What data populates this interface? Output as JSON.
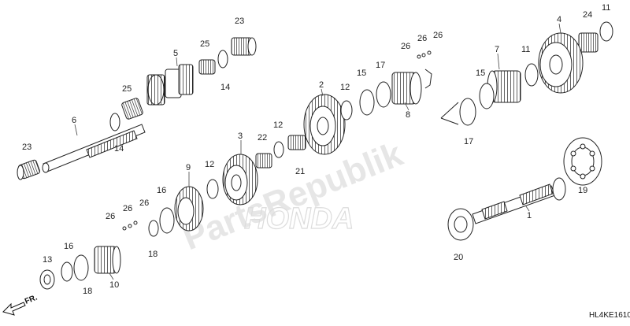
{
  "diagram": {
    "watermark": "PartsRepublik",
    "brand_watermark": "HONDA",
    "direction_label": "FR.",
    "drawing_code": "HL4KE1610",
    "callouts": [
      {
        "id": "c1",
        "label": "1"
      },
      {
        "id": "c2",
        "label": "2"
      },
      {
        "id": "c3",
        "label": "3"
      },
      {
        "id": "c4",
        "label": "4"
      },
      {
        "id": "c5",
        "label": "5"
      },
      {
        "id": "c6",
        "label": "6"
      },
      {
        "id": "c7",
        "label": "7"
      },
      {
        "id": "c8",
        "label": "8"
      },
      {
        "id": "c9",
        "label": "9"
      },
      {
        "id": "c10",
        "label": "10"
      },
      {
        "id": "c11a",
        "label": "11"
      },
      {
        "id": "c11b",
        "label": "11"
      },
      {
        "id": "c12a",
        "label": "12"
      },
      {
        "id": "c12b",
        "label": "12"
      },
      {
        "id": "c12c",
        "label": "12"
      },
      {
        "id": "c13",
        "label": "13"
      },
      {
        "id": "c14a",
        "label": "14"
      },
      {
        "id": "c14b",
        "label": "14"
      },
      {
        "id": "c15a",
        "label": "15"
      },
      {
        "id": "c15b",
        "label": "15"
      },
      {
        "id": "c16a",
        "label": "16"
      },
      {
        "id": "c16b",
        "label": "16"
      },
      {
        "id": "c17a",
        "label": "17"
      },
      {
        "id": "c17b",
        "label": "17"
      },
      {
        "id": "c18a",
        "label": "18"
      },
      {
        "id": "c18b",
        "label": "18"
      },
      {
        "id": "c19",
        "label": "19"
      },
      {
        "id": "c20",
        "label": "20"
      },
      {
        "id": "c21",
        "label": "21"
      },
      {
        "id": "c22",
        "label": "22"
      },
      {
        "id": "c23a",
        "label": "23"
      },
      {
        "id": "c23b",
        "label": "23"
      },
      {
        "id": "c24",
        "label": "24"
      },
      {
        "id": "c25a",
        "label": "25"
      },
      {
        "id": "c25b",
        "label": "25"
      },
      {
        "id": "c26a",
        "label": "26"
      },
      {
        "id": "c26b",
        "label": "26"
      },
      {
        "id": "c26c",
        "label": "26"
      },
      {
        "id": "c26d",
        "label": "26"
      },
      {
        "id": "c26e",
        "label": "26"
      },
      {
        "id": "c26f",
        "label": "26"
      }
    ]
  }
}
